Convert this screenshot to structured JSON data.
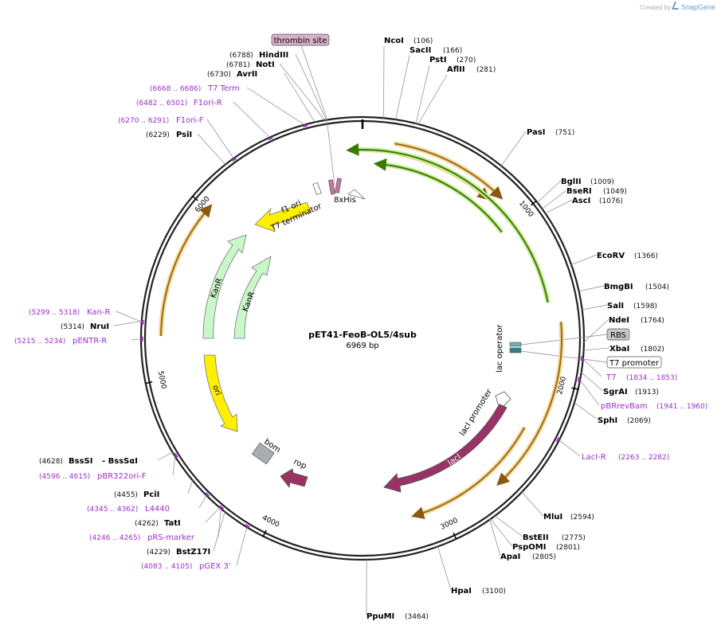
{
  "credit": {
    "created_by": "Created by",
    "brand": "SnapGene"
  },
  "plasmid": {
    "name": "pET41-FeoB-OL5/4sub",
    "length_label": "6969 bp",
    "length": 6969
  },
  "ticks": [
    {
      "bp": 1000,
      "label": "1000"
    },
    {
      "bp": 2000,
      "label": "2000"
    },
    {
      "bp": 3000,
      "label": "3000"
    },
    {
      "bp": 4000,
      "label": "4000"
    },
    {
      "bp": 5000,
      "label": "5000"
    },
    {
      "bp": 6000,
      "label": "6000"
    }
  ],
  "sites": [
    {
      "name": "NcoI",
      "pos": "(106)",
      "bp": 106
    },
    {
      "name": "SacII",
      "pos": "(166)",
      "bp": 166
    },
    {
      "name": "PstI",
      "pos": "(270)",
      "bp": 270
    },
    {
      "name": "AflII",
      "pos": "(281)",
      "bp": 281
    },
    {
      "name": "PasI",
      "pos": "(751)",
      "bp": 751
    },
    {
      "name": "BglII",
      "pos": "(1009)",
      "bp": 1009
    },
    {
      "name": "BseRI",
      "pos": "(1049)",
      "bp": 1049
    },
    {
      "name": "AscI",
      "pos": "(1076)",
      "bp": 1076
    },
    {
      "name": "EcoRV",
      "pos": "(1366)",
      "bp": 1366
    },
    {
      "name": "BmgBI",
      "pos": "(1504)",
      "bp": 1504
    },
    {
      "name": "SalI",
      "pos": "(1598)",
      "bp": 1598
    },
    {
      "name": "NdeI",
      "pos": "(1764)",
      "bp": 1764
    },
    {
      "name": "XbaI",
      "pos": "(1802)",
      "bp": 1802
    },
    {
      "name": "SgrAI",
      "pos": "(1913)",
      "bp": 1913
    },
    {
      "name": "SphI",
      "pos": "(2069)",
      "bp": 2069
    },
    {
      "name": "MluI",
      "pos": "(2594)",
      "bp": 2594
    },
    {
      "name": "BstEII",
      "pos": "(2775)",
      "bp": 2775
    },
    {
      "name": "PspOMI",
      "pos": "(2801)",
      "bp": 2801
    },
    {
      "name": "ApaI",
      "pos": "(2805)",
      "bp": 2805
    },
    {
      "name": "HpaI",
      "pos": "(3100)",
      "bp": 3100
    },
    {
      "name": "PpuMI",
      "pos": "(3464)",
      "bp": 3464
    },
    {
      "name": "BstZ17I",
      "pos": "(4229)",
      "bp": 4229
    },
    {
      "name": "TatI",
      "pos": "(4262)",
      "bp": 4262
    },
    {
      "name": "PciI",
      "pos": "(4455)",
      "bp": 4455
    },
    {
      "name": "BssSI",
      "pos": "(4628)",
      "bp": 4628,
      "alt": "- BssSαI"
    },
    {
      "name": "NruI",
      "pos": "(5314)",
      "bp": 5314
    },
    {
      "name": "PsiI",
      "pos": "(6229)",
      "bp": 6229
    },
    {
      "name": "AvrII",
      "pos": "(6730)",
      "bp": 6730
    },
    {
      "name": "NotI",
      "pos": "(6781)",
      "bp": 6781
    },
    {
      "name": "HindIII",
      "pos": "(6788)",
      "bp": 6788
    }
  ],
  "primers": [
    {
      "name": "T7 Term",
      "pos": "(6668 .. 6686)",
      "bp": 6677
    },
    {
      "name": "F1ori-R",
      "pos": "(6482 .. 6501)",
      "bp": 6491
    },
    {
      "name": "F1ori-F",
      "pos": "(6270 .. 6291)",
      "bp": 6280
    },
    {
      "name": "Kan-R",
      "pos": "(5299 .. 5318)",
      "bp": 5308
    },
    {
      "name": "pENTR-R",
      "pos": "(5215 .. 5234)",
      "bp": 5224
    },
    {
      "name": "pBR322ori-F",
      "pos": "(4596 .. 4615)",
      "bp": 4605
    },
    {
      "name": "L4440",
      "pos": "(4345 .. 4362)",
      "bp": 4353
    },
    {
      "name": "pRS-marker",
      "pos": "(4246 .. 4265)",
      "bp": 4255
    },
    {
      "name": "pGEX 3'",
      "pos": "(4083 .. 4105)",
      "bp": 4094
    },
    {
      "name": "T7",
      "pos": "(1834 .. 1853)",
      "bp": 1843
    },
    {
      "name": "pBRrevBam",
      "pos": "(1941 .. 1960)",
      "bp": 1950
    },
    {
      "name": "LacI-R",
      "pos": "(2263 .. 2282)",
      "bp": 2272
    }
  ],
  "boxed_features": [
    {
      "name": "thrombin site",
      "style": "pink"
    },
    {
      "name": "RBS",
      "style": "gray"
    },
    {
      "name": "T7 promoter",
      "style": "white"
    }
  ],
  "features": [
    {
      "name": "f1 ori"
    },
    {
      "name": "T7 terminator"
    },
    {
      "name": "8xHis"
    },
    {
      "name": "KanR"
    },
    {
      "name": "KanR"
    },
    {
      "name": "ori"
    },
    {
      "name": "bom"
    },
    {
      "name": "rop"
    },
    {
      "name": "lacI"
    },
    {
      "name": "lacI promoter"
    },
    {
      "name": "lac operator"
    }
  ],
  "colors": {
    "backbone": "#222222",
    "orange": "#e3a23c",
    "orange_glow": "#f6d99b",
    "green": "#4e9a06",
    "green_glow": "#c9ec9a",
    "kanr": "#c9f7c9",
    "yellow": "#ffef00",
    "maroon": "#993366",
    "gray": "#a8adb0",
    "primer": "#9b2fc8",
    "thrombin": "#d8b0c8",
    "rbs": "#c8c8c8"
  }
}
